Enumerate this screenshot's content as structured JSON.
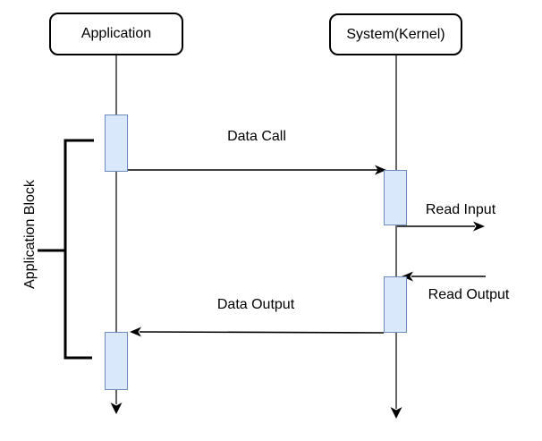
{
  "diagram": {
    "type": "sequence",
    "actors": [
      {
        "id": "application",
        "label": "Application"
      },
      {
        "id": "system",
        "label": "System(Kernel)"
      }
    ],
    "messages": [
      {
        "label": "Data Call",
        "from": "Application",
        "to": "System(Kernel)",
        "direction": "right"
      },
      {
        "label": "Read Input",
        "from": "System(Kernel)",
        "to": "external",
        "direction": "right"
      },
      {
        "label": "Read Output",
        "from": "external",
        "to": "System(Kernel)",
        "direction": "left"
      },
      {
        "label": "Data Output",
        "from": "System(Kernel)",
        "to": "Application",
        "direction": "left"
      }
    ],
    "bracket_annotation": {
      "label": "Application Block"
    },
    "colors": {
      "activation_fill": "#dae8fc",
      "activation_border": "#6c8ebf",
      "actor_fill": "#ffffff",
      "actor_border": "#000000",
      "line": "#000000",
      "text": "#000000",
      "background": "#ffffff"
    }
  }
}
